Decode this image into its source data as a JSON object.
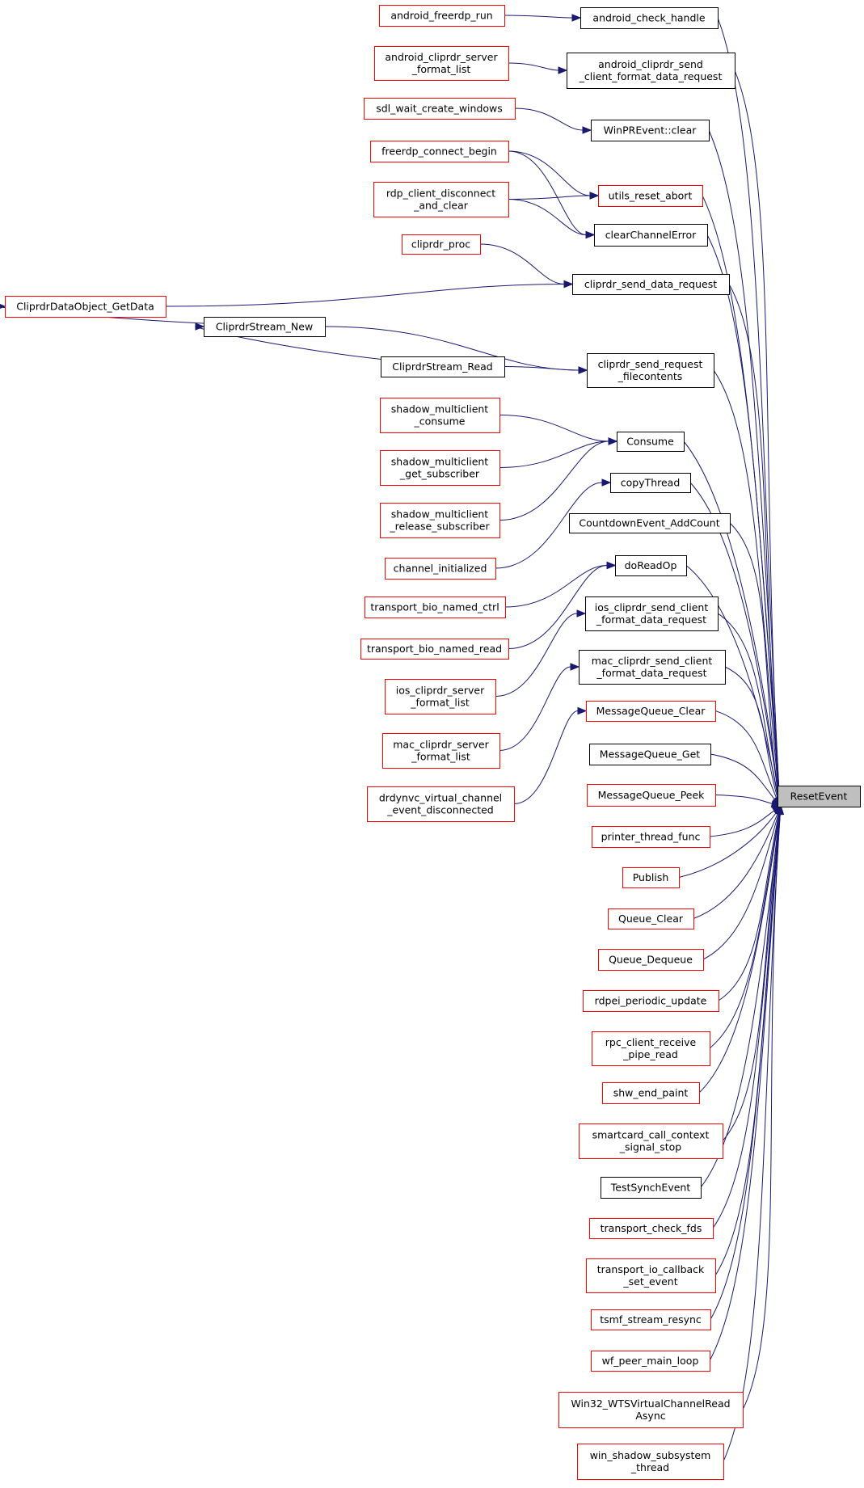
{
  "nodes": {
    "reset_event": [
      "ResetEvent"
    ],
    "android_freerdp_run": [
      "android_freerdp_run"
    ],
    "android_check_handle": [
      "android_check_handle"
    ],
    "android_cliprdr_server_format_list": [
      "android_cliprdr_server",
      "_format_list"
    ],
    "android_cliprdr_send_client_format_data_request": [
      "android_cliprdr_send",
      "_client_format_data_request"
    ],
    "sdl_wait_create_windows": [
      "sdl_wait_create_windows"
    ],
    "winprevent_clear": [
      "WinPREvent::clear"
    ],
    "freerdp_connect_begin": [
      "freerdp_connect_begin"
    ],
    "utils_reset_abort": [
      "utils_reset_abort"
    ],
    "rdp_client_disconnect_and_clear": [
      "rdp_client_disconnect",
      "_and_clear"
    ],
    "clear_channel_error": [
      "clearChannelError"
    ],
    "cliprdr_proc": [
      "cliprdr_proc"
    ],
    "cliprdr_send_data_request": [
      "cliprdr_send_data_request"
    ],
    "cliprdr_data_object_get_data": [
      "CliprdrDataObject_GetData"
    ],
    "cliprdr_stream_new": [
      "CliprdrStream_New"
    ],
    "cliprdr_stream_read": [
      "CliprdrStream_Read"
    ],
    "cliprdr_send_request_filecontents": [
      "cliprdr_send_request",
      "_filecontents"
    ],
    "shadow_multiclient_consume": [
      "shadow_multiclient",
      "_consume"
    ],
    "consume": [
      "Consume"
    ],
    "shadow_multiclient_get_subscriber": [
      "shadow_multiclient",
      "_get_subscriber"
    ],
    "copy_thread": [
      "copyThread"
    ],
    "shadow_multiclient_release_subscriber": [
      "shadow_multiclient",
      "_release_subscriber"
    ],
    "countdown_event_add_count": [
      "CountdownEvent_AddCount"
    ],
    "channel_initialized": [
      "channel_initialized"
    ],
    "do_read_op": [
      "doReadOp"
    ],
    "transport_bio_named_ctrl": [
      "transport_bio_named_ctrl"
    ],
    "ios_cliprdr_send_client_format_data_request": [
      "ios_cliprdr_send_client",
      "_format_data_request"
    ],
    "transport_bio_named_read": [
      "transport_bio_named_read"
    ],
    "mac_cliprdr_send_client_format_data_request": [
      "mac_cliprdr_send_client",
      "_format_data_request"
    ],
    "ios_cliprdr_server_format_list": [
      "ios_cliprdr_server",
      "_format_list"
    ],
    "message_queue_clear": [
      "MessageQueue_Clear"
    ],
    "mac_cliprdr_server_format_list": [
      "mac_cliprdr_server",
      "_format_list"
    ],
    "message_queue_get": [
      "MessageQueue_Get"
    ],
    "drdynvc_virtual_channel_event_disconnected": [
      "drdynvc_virtual_channel",
      "_event_disconnected"
    ],
    "message_queue_peek": [
      "MessageQueue_Peek"
    ],
    "printer_thread_func": [
      "printer_thread_func"
    ],
    "publish": [
      "Publish"
    ],
    "queue_clear": [
      "Queue_Clear"
    ],
    "queue_dequeue": [
      "Queue_Dequeue"
    ],
    "rdpei_periodic_update": [
      "rdpei_periodic_update"
    ],
    "rpc_client_receive_pipe_read": [
      "rpc_client_receive",
      "_pipe_read"
    ],
    "shw_end_paint": [
      "shw_end_paint"
    ],
    "smartcard_call_context_signal_stop": [
      "smartcard_call_context",
      "_signal_stop"
    ],
    "test_synch_event": [
      "TestSynchEvent"
    ],
    "transport_check_fds": [
      "transport_check_fds"
    ],
    "transport_io_callback_set_event": [
      "transport_io_callback",
      "_set_event"
    ],
    "tsmf_stream_resync": [
      "tsmf_stream_resync"
    ],
    "wf_peer_main_loop": [
      "wf_peer_main_loop"
    ],
    "win32_wts_virtual_channel_read_async": [
      "Win32_WTSVirtualChannelRead",
      "Async"
    ],
    "win_shadow_subsystem_thread": [
      "win_shadow_subsystem",
      "_thread"
    ]
  },
  "colors": {
    "edge": "#191970",
    "incomplete_border": "#ff0000",
    "complete_border": "#000000",
    "target_fill": "#bfbfbf"
  }
}
